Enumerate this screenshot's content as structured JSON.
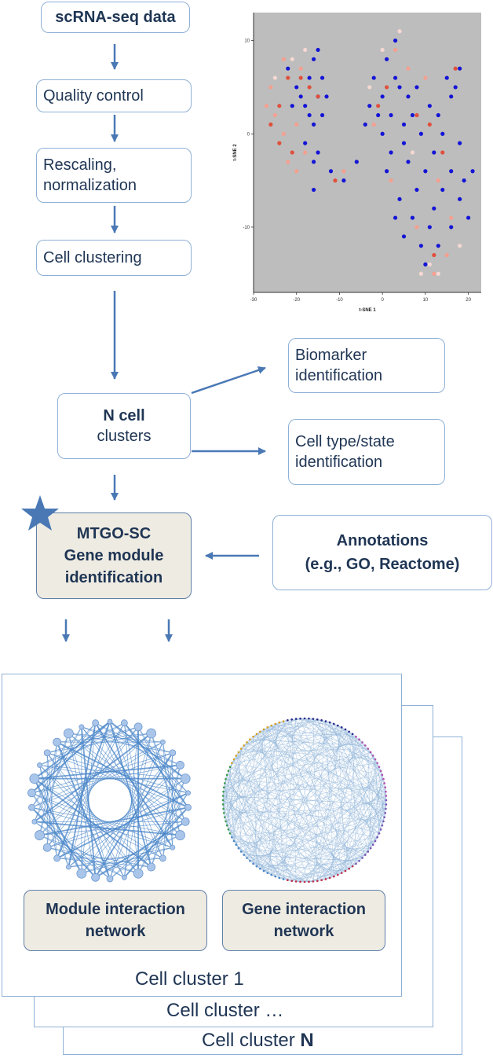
{
  "pipeline": {
    "data_label": "scRNA-seq data",
    "qc_label": "Quality control",
    "rescaling_line1": "Rescaling,",
    "rescaling_line2": "normalization",
    "clustering_label": "Cell clustering",
    "ncell_bold": "N cell",
    "ncell_rest": "clusters",
    "mtgo_line1": "MTGO-SC",
    "mtgo_line2": "Gene module",
    "mtgo_line3": "identification"
  },
  "outputs": {
    "biomarker_line1": "Biomarker",
    "biomarker_line2": "identification",
    "celltype_line1": "Cell type/state",
    "celltype_line2": "identification"
  },
  "annotations": {
    "line1": "Annotations",
    "line2": "(e.g., GO, Reactome)"
  },
  "networks": {
    "module_line1": "Module interaction",
    "module_line2": "network",
    "gene_line1": "Gene interaction",
    "gene_line2": "network"
  },
  "sheets": {
    "sheet1": "Cell cluster 1",
    "sheet2": "Cell cluster …",
    "sheet3_prefix": "Cell cluster ",
    "sheet3_bold": "N"
  },
  "colors": {
    "arrow": "#4a78b5",
    "box_border": "#8fb0d6",
    "highlight_fill": "#eeebe2",
    "text": "#1f3554",
    "star": "#4a78b5",
    "plot_bg": "#bdbdbd",
    "point_blue": "#1414d6",
    "point_red": "#e0503c",
    "point_salmon": "#f4a090",
    "point_pale": "#f6d8d2"
  },
  "chart_data": {
    "type": "scatter",
    "xlabel": "t-SNE 1",
    "ylabel": "t-SNE 2",
    "xticks": [
      -30,
      -20,
      -10,
      0,
      10,
      20
    ],
    "yticks": [
      10,
      0,
      -10
    ],
    "xlim": [
      -30,
      23
    ],
    "ylim": [
      -17,
      13
    ],
    "grid": false,
    "series": [
      {
        "color": "#1414d6",
        "points": [
          [
            -22,
            7
          ],
          [
            -20,
            5
          ],
          [
            -18,
            3
          ],
          [
            -17,
            6
          ],
          [
            -16,
            8
          ],
          [
            -15,
            4
          ],
          [
            -16,
            1
          ],
          [
            -18,
            -1
          ],
          [
            -15,
            -2
          ],
          [
            -17,
            2
          ],
          [
            -19,
            4
          ],
          [
            -14,
            6
          ],
          [
            -15,
            9
          ],
          [
            -21,
            3
          ],
          [
            -16,
            -3
          ],
          [
            -14,
            2
          ],
          [
            -13,
            4
          ],
          [
            -2,
            6
          ],
          [
            0,
            4
          ],
          [
            1,
            8
          ],
          [
            3,
            10
          ],
          [
            2,
            2
          ],
          [
            -3,
            3
          ],
          [
            4,
            5
          ],
          [
            6,
            4
          ],
          [
            0,
            0
          ],
          [
            2,
            -2
          ],
          [
            5,
            -1
          ],
          [
            7,
            2
          ],
          [
            9,
            0
          ],
          [
            11,
            3
          ],
          [
            12,
            -2
          ],
          [
            14,
            0
          ],
          [
            10,
            -4
          ],
          [
            8,
            -6
          ],
          [
            6,
            -3
          ],
          [
            4,
            -7
          ],
          [
            3,
            -9
          ],
          [
            5,
            -11
          ],
          [
            7,
            -9
          ],
          [
            9,
            -12
          ],
          [
            10,
            -14
          ],
          [
            12,
            -8
          ],
          [
            14,
            -6
          ],
          [
            16,
            -4
          ],
          [
            18,
            -7
          ],
          [
            20,
            -9
          ],
          [
            19,
            -5
          ],
          [
            21,
            -4
          ],
          [
            16,
            -10
          ],
          [
            15,
            6
          ],
          [
            17,
            5
          ],
          [
            18,
            7
          ],
          [
            16,
            4
          ],
          [
            1,
            -4
          ],
          [
            -1,
            2
          ],
          [
            3,
            6
          ],
          [
            8,
            5
          ],
          [
            -6,
            -3
          ],
          [
            -9,
            -5
          ],
          [
            -12,
            -4
          ],
          [
            -16,
            -6
          ],
          [
            11,
            -10
          ],
          [
            13,
            -12
          ],
          [
            -4,
            1
          ],
          [
            5,
            1
          ],
          [
            13,
            2
          ],
          [
            18,
            -1
          ]
        ]
      },
      {
        "color": "#e0503c",
        "points": [
          [
            -24,
            3
          ],
          [
            -22,
            6
          ],
          [
            -19,
            6
          ],
          [
            -15,
            4
          ],
          [
            -24,
            -1
          ],
          [
            -21,
            -2
          ],
          [
            -17,
            5
          ],
          [
            1,
            5
          ],
          [
            -1,
            3
          ],
          [
            8,
            2
          ],
          [
            11,
            1
          ],
          [
            17,
            7
          ],
          [
            14,
            -2
          ],
          [
            -11,
            -5
          ],
          [
            -26,
            1
          ],
          [
            12,
            -13
          ]
        ]
      },
      {
        "color": "#f4a090",
        "points": [
          [
            -26,
            5
          ],
          [
            -25,
            2
          ],
          [
            -23,
            0
          ],
          [
            -20,
            1
          ],
          [
            -18,
            -2
          ],
          [
            -22,
            -3
          ],
          [
            -19,
            7
          ],
          [
            -23,
            8
          ],
          [
            -20,
            -4
          ],
          [
            3,
            9
          ],
          [
            6,
            7
          ],
          [
            -2,
            1
          ],
          [
            10,
            6
          ],
          [
            2,
            -5
          ],
          [
            13,
            -5
          ],
          [
            15,
            -13
          ],
          [
            12,
            -15
          ],
          [
            8,
            -10
          ],
          [
            16,
            -9
          ],
          [
            -27,
            3
          ],
          [
            -9,
            -4
          ]
        ]
      },
      {
        "color": "#f6d8d2",
        "points": [
          [
            -25,
            6
          ],
          [
            -21,
            8
          ],
          [
            -18,
            9
          ],
          [
            4,
            11
          ],
          [
            7,
            -2
          ],
          [
            11,
            -14
          ],
          [
            13,
            -15
          ],
          [
            9,
            -15
          ],
          [
            18,
            -12
          ],
          [
            -3,
            5
          ],
          [
            0,
            9
          ]
        ]
      }
    ]
  }
}
